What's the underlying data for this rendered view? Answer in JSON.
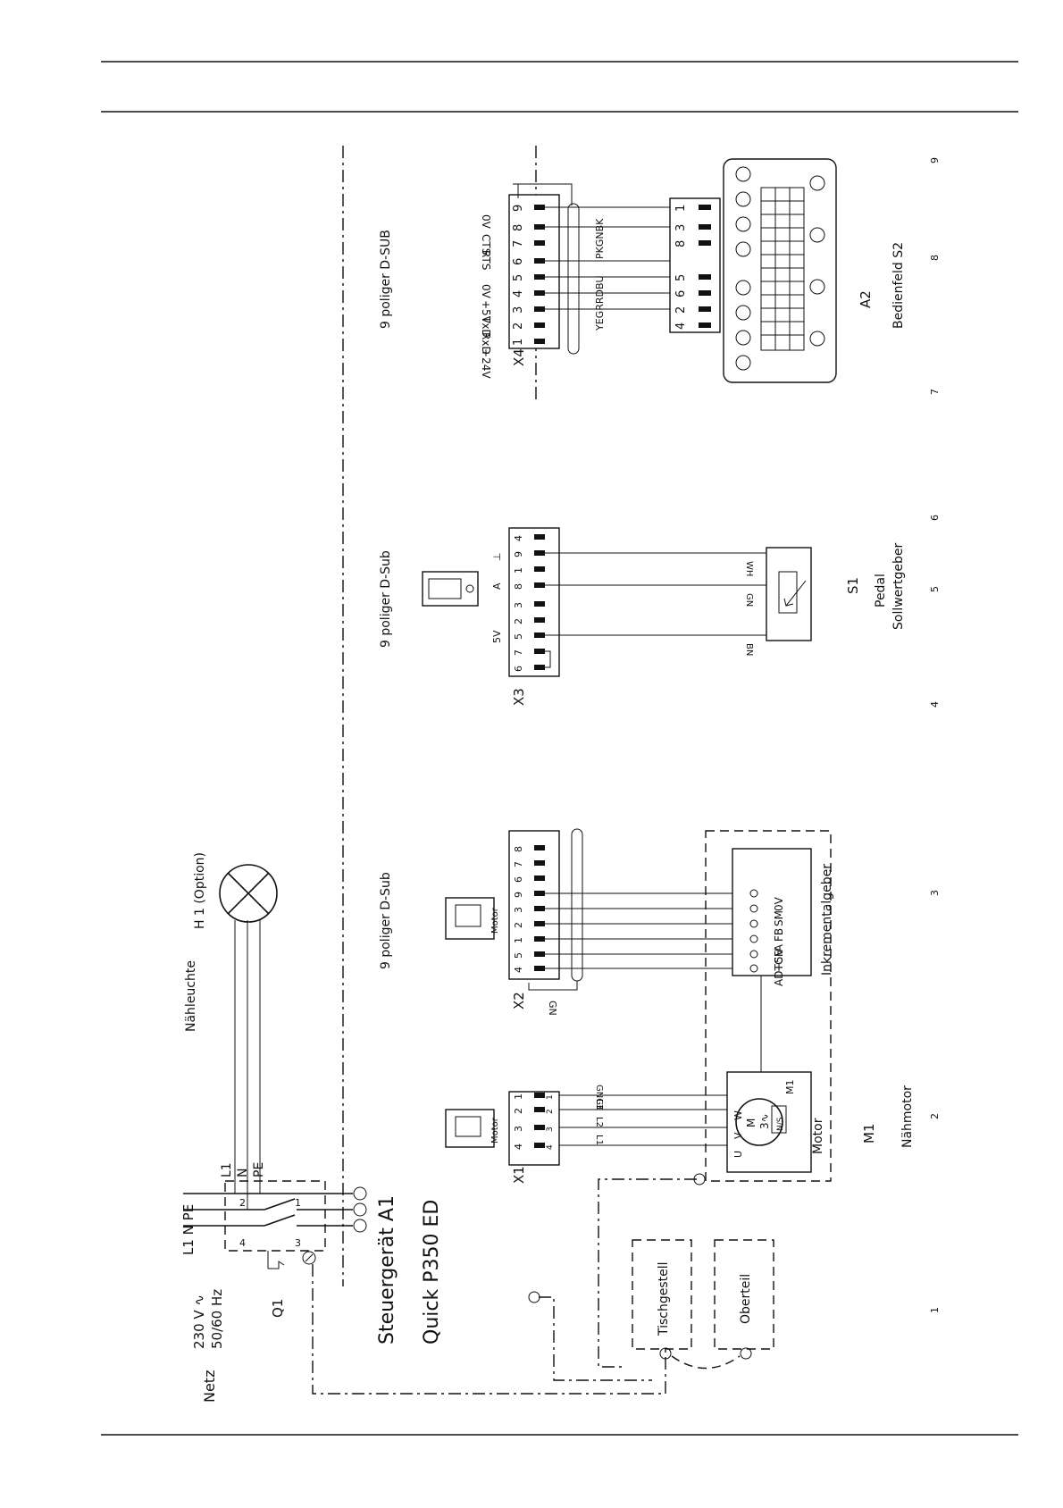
{
  "mains": {
    "label": "Netz",
    "voltage": "230 V ∿",
    "frequency": "50/60 Hz",
    "terminals": "L1 N PE",
    "switch": "Q1"
  },
  "controller": {
    "title": "Steuergerät A1",
    "model": "Quick P350 ED",
    "lines": [
      "L1",
      "N",
      "PE"
    ],
    "switch_pins": [
      "4",
      "2",
      "3",
      "1"
    ]
  },
  "lamp": {
    "label": "Nähleuchte",
    "name": "H 1 (Option)"
  },
  "x1": {
    "id": "X1",
    "icon_label": "Motor",
    "pins": [
      "4",
      "3",
      "2",
      "1"
    ],
    "wires": [
      "L1",
      "L2",
      "L3",
      "GNGE"
    ]
  },
  "x2": {
    "id": "X2",
    "connector": "9 poliger D-Sub",
    "icon_label": "Motor",
    "pins": [
      "4",
      "5",
      "1",
      "2",
      "3",
      "9",
      "6",
      "7",
      "8"
    ],
    "ground_wire": "GN"
  },
  "x3": {
    "id": "X3",
    "connector": "9 poliger D-Sub",
    "pins": [
      "6",
      "7",
      "5",
      "2",
      "3",
      "8",
      "1",
      "9",
      "4"
    ],
    "signals": [
      "5V",
      "A",
      "⊥"
    ],
    "wires": [
      "BN",
      "GN",
      "WH"
    ]
  },
  "x4": {
    "id": "X4",
    "connector": "9 poliger D-SUB",
    "pins": [
      "1",
      "2",
      "3",
      "4",
      "5",
      "6",
      "7",
      "8",
      "9"
    ],
    "signals": [
      "+24V",
      "RxD",
      "TxD",
      "+5V",
      "0V",
      "RTS",
      "CTS",
      "0V"
    ],
    "wire_colors": "YEGRRDBU",
    "wire_colors2": "PKGNBK",
    "panel_pins": [
      "4",
      "2",
      "6",
      "5",
      "8",
      "3",
      "1"
    ]
  },
  "motor": {
    "id": "M1",
    "label": "Motor",
    "name": "M1",
    "desc": "Nähmotor",
    "terminals": [
      "U",
      "V",
      "W"
    ],
    "symbol": "M",
    "symbol2": "3∿",
    "sensor": "N/S"
  },
  "encoder": {
    "label": "Inkrementalgeber",
    "signals": [
      "ADTC",
      "+5V",
      "FA",
      "FB",
      "SM",
      "0V"
    ]
  },
  "pedal": {
    "id": "S1",
    "label": "Pedal",
    "desc": "Sollwertgeber"
  },
  "panel": {
    "id": "A2",
    "desc": "Bedienfeld S2"
  },
  "grounds": {
    "table": "Tischgestell",
    "head": "Oberteil"
  },
  "columns": [
    "1",
    "2",
    "3",
    "4",
    "5",
    "6",
    "7",
    "8",
    "9"
  ]
}
